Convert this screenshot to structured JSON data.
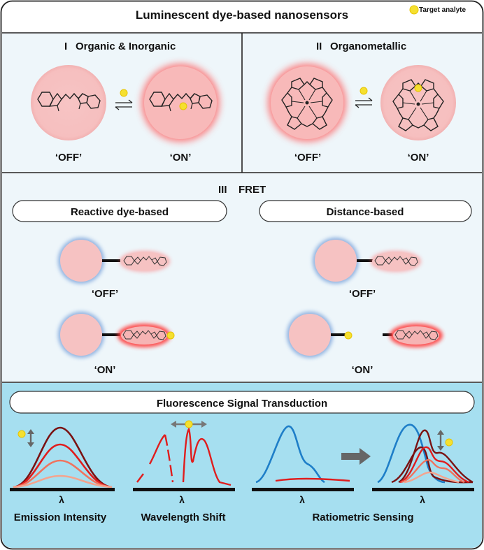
{
  "title": "Luminescent dye-based nanosensors",
  "legend": {
    "label": "Target analyte",
    "analyte_color": "#f5e030"
  },
  "colors": {
    "panel_blue": "#eef6fa",
    "transduction_blue": "#a6dff0",
    "particle_pink": "#f6c1c1",
    "glow_red": "#ff6060",
    "glow_blue": "#7ea6dc",
    "curve_dark": "#7a1212",
    "curve_red": "#e01d1d",
    "curve_light": "#f0735e",
    "curve_pale": "#f4a48e",
    "curve_blue": "#1e7ec8"
  },
  "section_organic": {
    "numeral": "I",
    "title": "Organic & Inorganic",
    "off_label": "‘OFF’",
    "on_label": "‘ON’"
  },
  "section_organometallic": {
    "numeral": "II",
    "title": "Organometallic",
    "off_label": "‘OFF’",
    "on_label": "‘ON’"
  },
  "section_fret": {
    "numeral": "III",
    "title": "FRET",
    "reactive_title": "Reactive dye-based",
    "distance_title": "Distance-based",
    "reactive_off": "‘OFF’",
    "reactive_on": "‘ON’",
    "distance_off": "‘OFF’",
    "distance_on": "‘ON’"
  },
  "section_transduction": {
    "title": "Fluorescence Signal Transduction",
    "axis_symbol": "λ",
    "emission_label": "Emission Intensity",
    "wavelength_label": "Wavelength Shift",
    "ratiometric_label": "Ratiometric Sensing"
  }
}
